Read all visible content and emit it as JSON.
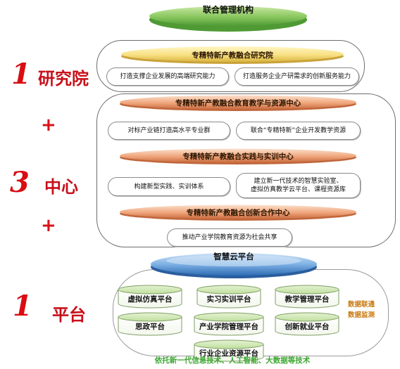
{
  "top": {
    "title": "联合管理机构"
  },
  "left": {
    "research_num": "1",
    "research_label": "研究院",
    "plus_1": "+",
    "center_num": "3",
    "center_label": "中心",
    "plus_2": "+",
    "platform_num": "1",
    "platform_label": "平台"
  },
  "research": {
    "banner": "专精特新产教融合研究院",
    "pills": [
      "打造支撑企业发展的高端研究能力",
      "打造服务企业产研需求的创新服务能力"
    ]
  },
  "centers": {
    "education": {
      "banner": "专精特新产教融合教育教学与资源中心",
      "pills": [
        "对标产业链打造高水平专业群",
        "联合“专精特新”企业开发教学资源"
      ]
    },
    "practice": {
      "banner": "专精特新产教融合实践与实训中心",
      "pills": [
        "构建新型实践、实训体系",
        "建立新一代技术的智慧实验室、",
        "虚拟仿真教学云平台、课程资源库"
      ]
    },
    "innovation": {
      "banner": "专精特新产教融合创新合作中心",
      "pills": [
        "推动产业学院教育资源为社会共享"
      ]
    }
  },
  "platform": {
    "title": "智慧云平台",
    "items": [
      "虚拟仿真平台",
      "实习实训平台",
      "教学管理平台",
      "思政平台",
      "产业学院管理平台",
      "创新就业平台",
      "行业企业资源平台"
    ],
    "side_1": "数据联通",
    "side_2": "数据监测",
    "bottom": "依托新一代信息技术、人工智能、大数据等技术"
  }
}
